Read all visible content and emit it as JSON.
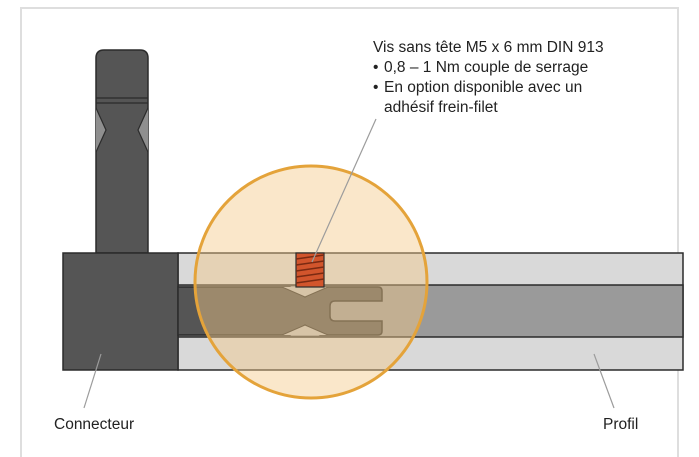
{
  "callout": {
    "title": "Vis sans tête M5 x 6 mm DIN 913",
    "bullets": [
      "0,8 – 1 Nm couple de serrage",
      "En option disponible avec un",
      "adhésif frein-filet"
    ],
    "bullet_symbol": "•"
  },
  "labels": {
    "connector": "Connecteur",
    "profile": "Profil"
  },
  "colors": {
    "frame_border": "#dedede",
    "connector_body": "#555555",
    "profile_light": "#d9d9d9",
    "profile_dark": "#9a9a9a",
    "magnifier_fill": "#f3c98a",
    "magnifier_stroke": "#e4a33a",
    "screw": "#d2552c",
    "leader_line": "#9c9c9c"
  }
}
